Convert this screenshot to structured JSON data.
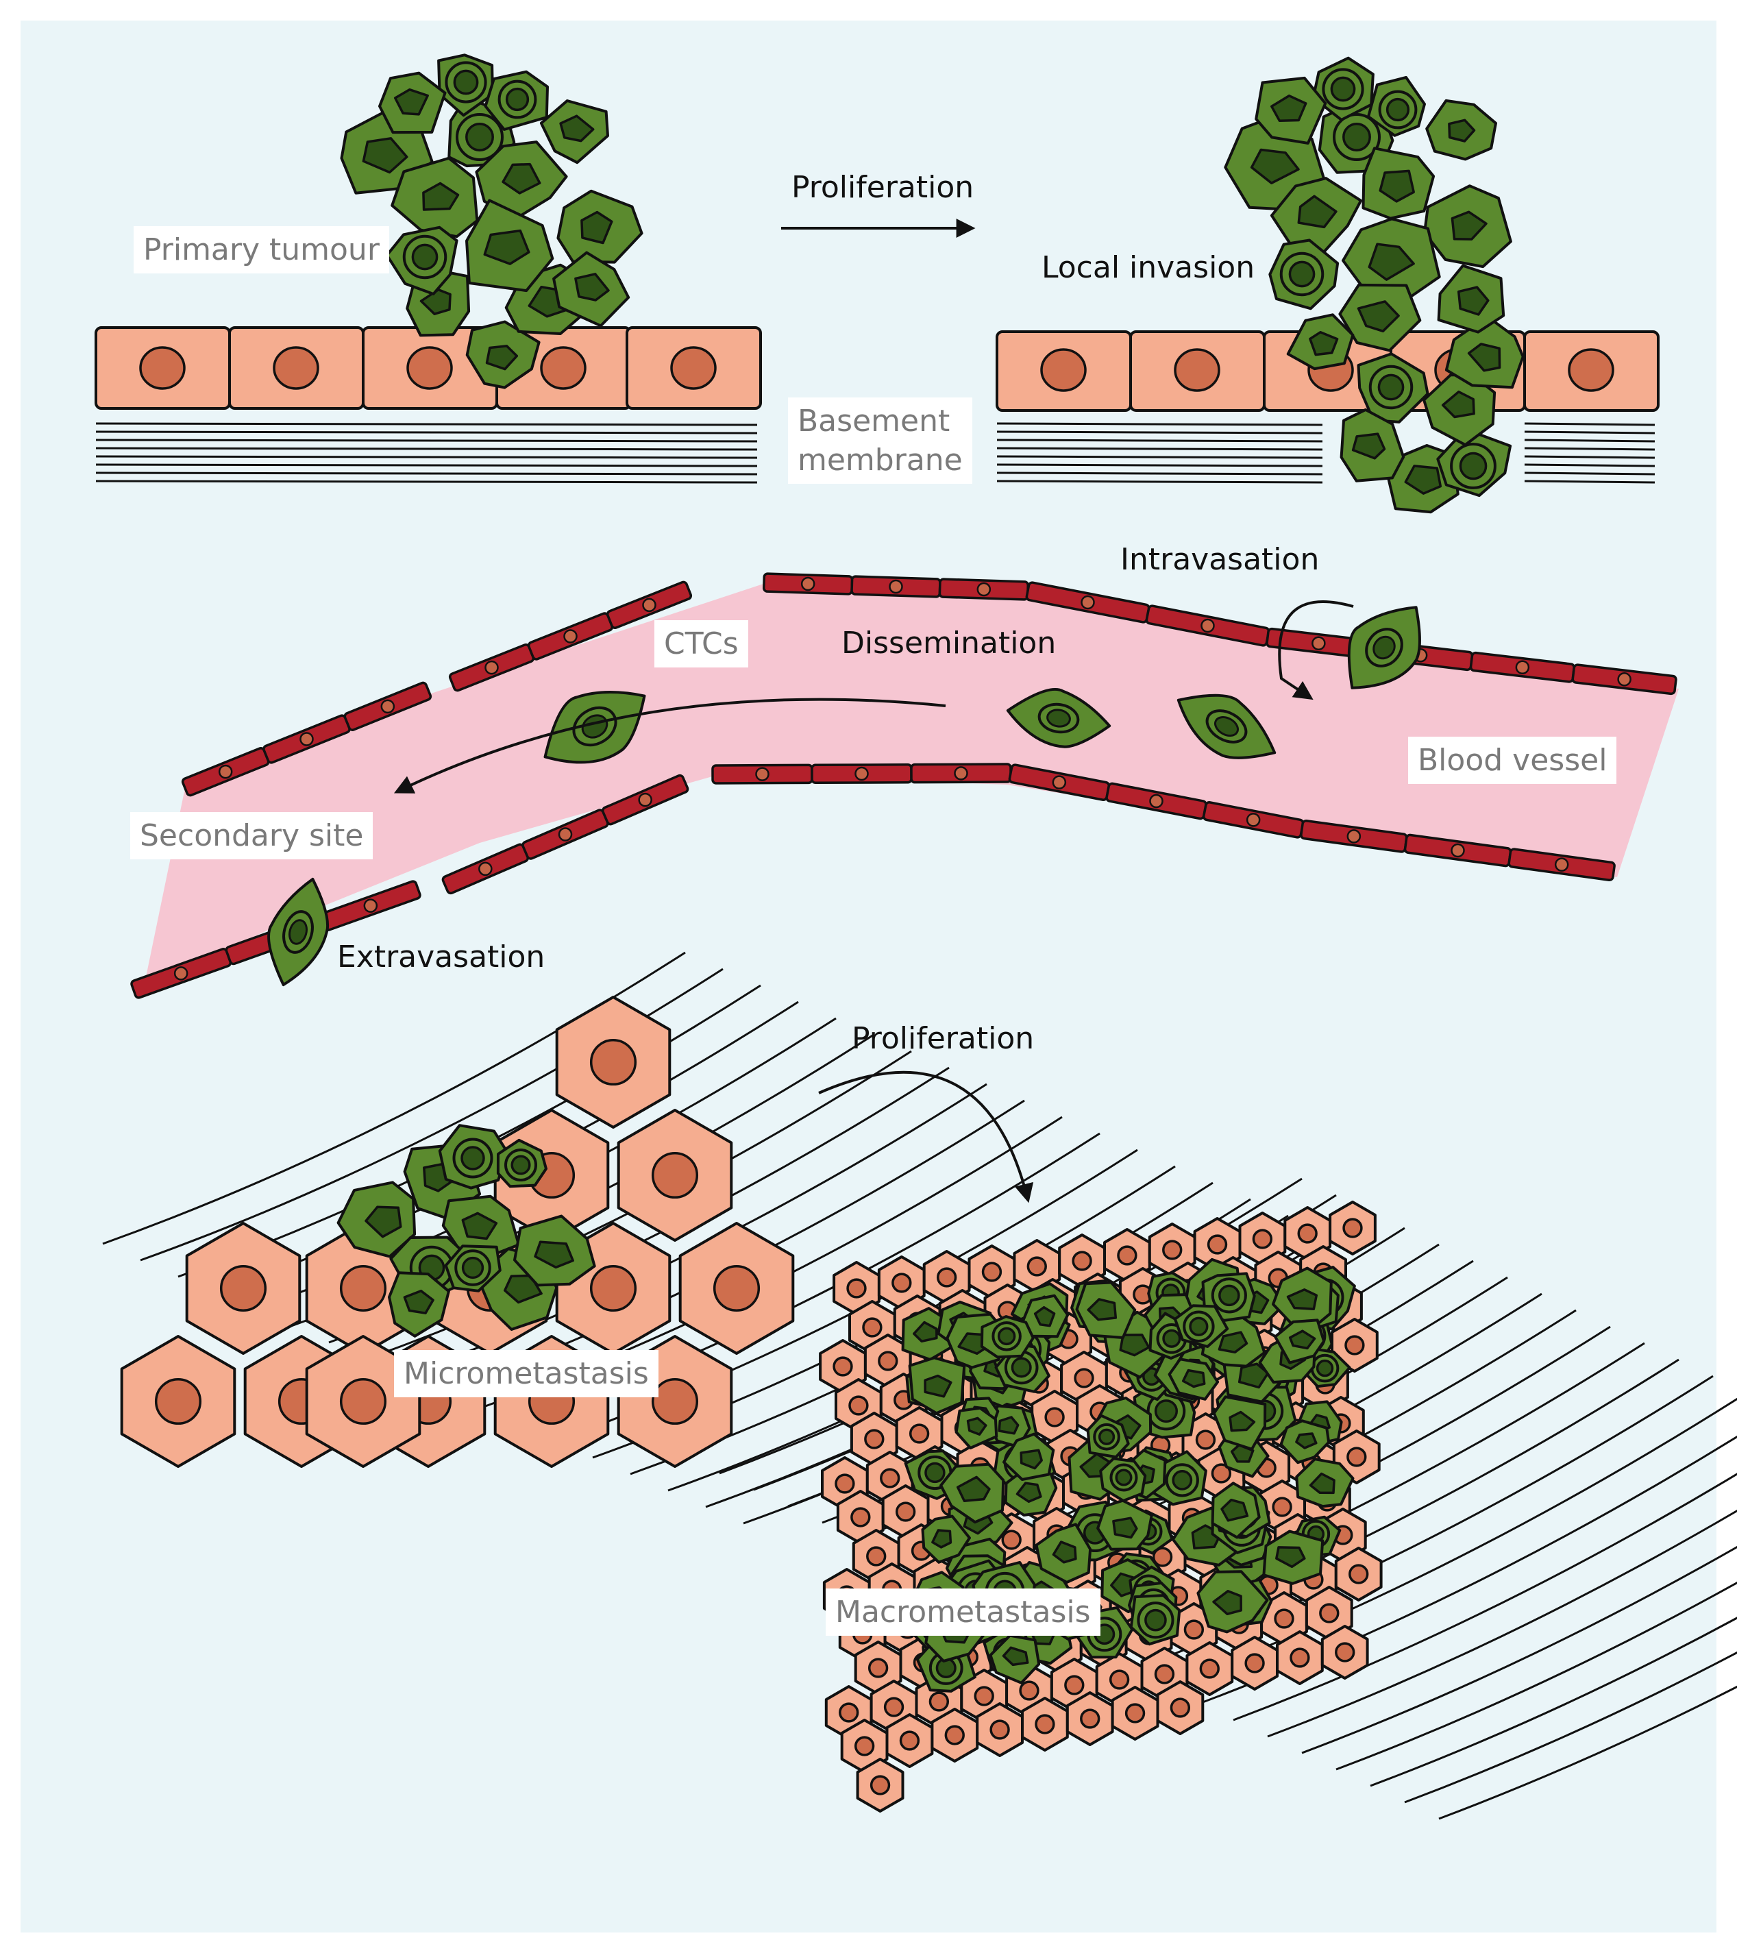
{
  "labels": {
    "primary_tumour": "Primary tumour",
    "proliferation_1": "Proliferation",
    "local_invasion": "Local invasion",
    "basement_membrane_line1": "Basement",
    "basement_membrane_line2": "membrane",
    "intravasation": "Intravasation",
    "ctcs": "CTCs",
    "dissemination": "Dissemination",
    "blood_vessel": "Blood vessel",
    "secondary_site": "Secondary site",
    "extravasation": "Extravasation",
    "proliferation_2": "Proliferation",
    "micrometastasis": "Micrometastasis",
    "macrometastasis": "Macrometastasis"
  },
  "colors": {
    "background": "#eaf5f8",
    "tumour_cell": "#5b8a2e",
    "tumour_nucleus": "#2f5417",
    "epithelial_cell": "#f5ad90",
    "epithelial_nucleus": "#cf6e4d",
    "vessel_lumen": "#f6c6d2",
    "endothelium": "#b3202b",
    "endothelial_nucleus": "#c46447",
    "ink": "#111111",
    "label_box": "#ffffff",
    "label_grey": "#7a7a7a"
  }
}
